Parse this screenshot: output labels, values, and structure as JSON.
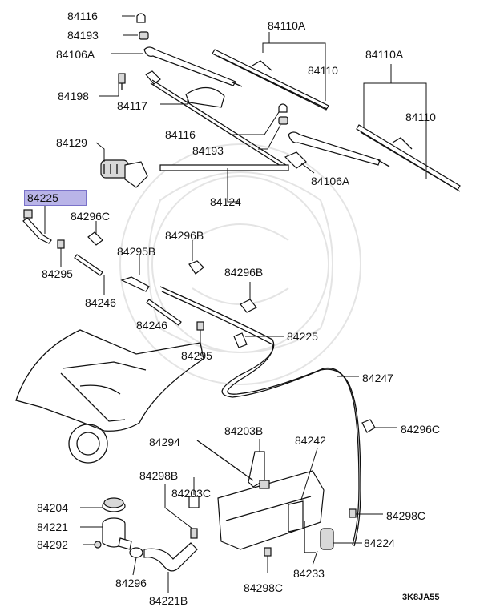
{
  "labels": {
    "l84116a": "84116",
    "l84193a": "84193",
    "l84106a_left": "84106A",
    "l84110a_top": "84110A",
    "l84110_top": "84110",
    "l84110a_right": "84110A",
    "l84110_right": "84110",
    "l84198": "84198",
    "l84117": "84117",
    "l84116b": "84116",
    "l84193b": "84193",
    "l84129": "84129",
    "l84106a_right": "84106A",
    "l84124": "84124",
    "l84225_hl": "84225",
    "l84296c_a": "84296C",
    "l84296b_a": "84296B",
    "l84295b": "84295B",
    "l84296b_b": "84296B",
    "l84295_a": "84295",
    "l84246_a": "84246",
    "l84246_b": "84246",
    "l84225_b": "84225",
    "l84295_b": "84295",
    "l84247": "84247",
    "l84296c_b": "84296C",
    "l84294": "84294",
    "l84203b": "84203B",
    "l84242": "84242",
    "l84298b": "84298B",
    "l84203c": "84203C",
    "l84204": "84204",
    "l84298c_a": "84298C",
    "l84221": "84221",
    "l84224": "84224",
    "l84292": "84292",
    "l84233": "84233",
    "l84296": "84296",
    "l84298c_b": "84298C",
    "l84221b": "84221B"
  },
  "diagram_code": "3K8JA55",
  "colors": {
    "highlight": "#b9b4e8",
    "line": "#111111"
  }
}
